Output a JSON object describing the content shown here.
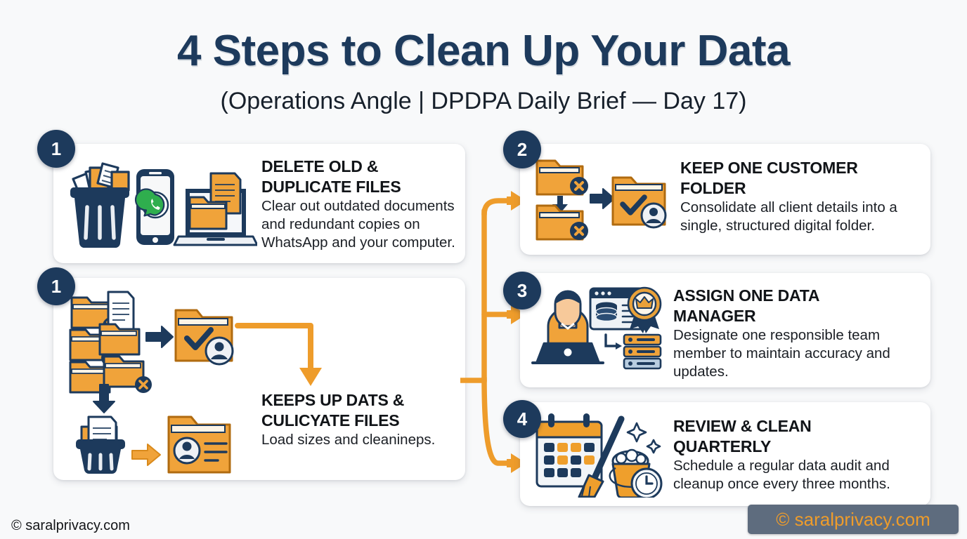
{
  "header": {
    "title": "4 Steps to Clean Up Your Data",
    "subtitle": "(Operations Angle | DPDPA Daily Brief — Day 17)"
  },
  "colors": {
    "navy": "#1d3a5c",
    "orange": "#ee9c2b",
    "background": "#f8f9fa",
    "card": "#ffffff",
    "text": "#111418",
    "watermark_bg": "#5e6c7e",
    "watermark_text": "#ee9c2b"
  },
  "steps": [
    {
      "badge": "1",
      "title": "DELETE OLD & DUPLICATE FILES",
      "body": "Clear out outdated documents and redundant copies on WhatsApp and your computer.",
      "icons": [
        "trash-bin-with-documents-icon",
        "smartphone-whatsapp-icon",
        "laptop-folder-icon"
      ],
      "column": "left"
    },
    {
      "badge": "1",
      "title": "KEEPS UP DATS & CULICYATE FILES",
      "body": "Load sizes and cleanineps.",
      "icons": [
        "duplicate-folders-x-icon",
        "arrow-right-icon",
        "verified-folder-user-icon",
        "trash-bin-with-documents-icon",
        "arrow-right-icon",
        "customer-folder-icon"
      ],
      "column": "left"
    },
    {
      "badge": "2",
      "title": "KEEP ONE CUSTOMER FOLDER",
      "body": "Consolidate all client details into a single, structured digital folder.",
      "icons": [
        "folder-x-icon",
        "arrow-down-icon",
        "folder-x-icon",
        "arrow-right-icon",
        "verified-folder-user-icon"
      ],
      "column": "right"
    },
    {
      "badge": "3",
      "title": "ASSIGN ONE DATA MANAGER",
      "body": "Designate one responsible team member to maintain accuracy and updates.",
      "icons": [
        "person-at-laptop-icon",
        "database-window-icon",
        "award-ribbon-icon",
        "server-stack-icon"
      ],
      "column": "right"
    },
    {
      "badge": "4",
      "title": "REVIEW & CLEAN QUARTERLY",
      "body": "Schedule a regular data audit and cleanup once every three months.",
      "icons": [
        "calendar-icon",
        "broom-icon",
        "bucket-sparkle-icon",
        "clock-icon"
      ],
      "column": "right"
    }
  ],
  "connector": {
    "name": "branching-arrow-connector",
    "branches": 3,
    "direction": "left-to-right"
  },
  "footer": {
    "copyright": "© saralprivacy.com",
    "watermark": "© saralprivacy.com"
  }
}
